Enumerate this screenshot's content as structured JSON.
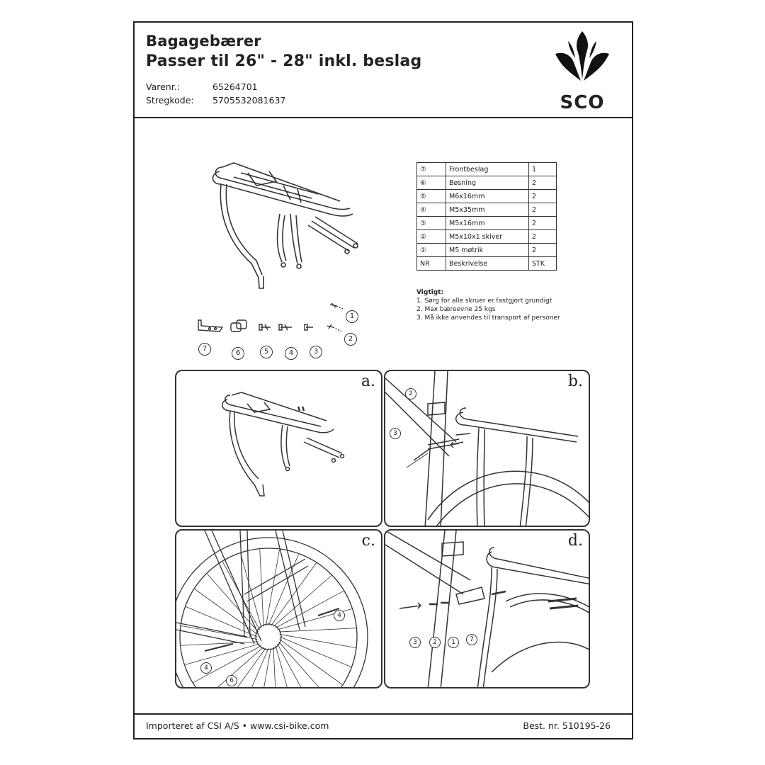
{
  "header": {
    "title_line1": "Bagagebærer",
    "title_line2": "Passer til 26\" - 28\" inkl. beslag",
    "item_no_label": "Varenr.:",
    "item_no": "65264701",
    "barcode_label": "Stregkode:",
    "barcode": "5705532081637",
    "brand": "SCO"
  },
  "parts_table": {
    "rows": [
      {
        "nr": "⑦",
        "desc": "Frontbeslag",
        "qty": "1"
      },
      {
        "nr": "⑥",
        "desc": "Bøsning",
        "qty": "2"
      },
      {
        "nr": "⑤",
        "desc": "M6x16mm",
        "qty": "2"
      },
      {
        "nr": "④",
        "desc": "M5x35mm",
        "qty": "2"
      },
      {
        "nr": "③",
        "desc": "M5x16mm",
        "qty": "2"
      },
      {
        "nr": "②",
        "desc": "M5x10x1 skiver",
        "qty": "2"
      },
      {
        "nr": "①",
        "desc": "M5 møtrik",
        "qty": "2"
      }
    ],
    "header": {
      "nr": "NR",
      "desc": "Beskrivelse",
      "qty": "STK"
    }
  },
  "notes": {
    "heading": "Vigtigt:",
    "items": [
      "1. Sørg for alle skruer er fastgjort grundigt",
      "2. Max bæreevne 25 kgs",
      "3. Må ikke anvendes til transport af personer"
    ]
  },
  "part_callouts": {
    "p1": "1",
    "p2": "2",
    "p3": "3",
    "p4": "4",
    "p5": "5",
    "p6": "6",
    "p7": "7"
  },
  "panels": {
    "a": "a.",
    "b": "b.",
    "c": "c.",
    "d": "d."
  },
  "panel_callouts": {
    "b_2": "2",
    "b_3": "3",
    "c_4a": "4",
    "c_4b": "4",
    "c_6": "6",
    "d_3": "3",
    "d_2": "2",
    "d_1": "1",
    "d_7": "7"
  },
  "footer": {
    "left": "Importeret af CSI A/S  •  www.csi-bike.com",
    "right": "Best. nr. 510195-26"
  }
}
